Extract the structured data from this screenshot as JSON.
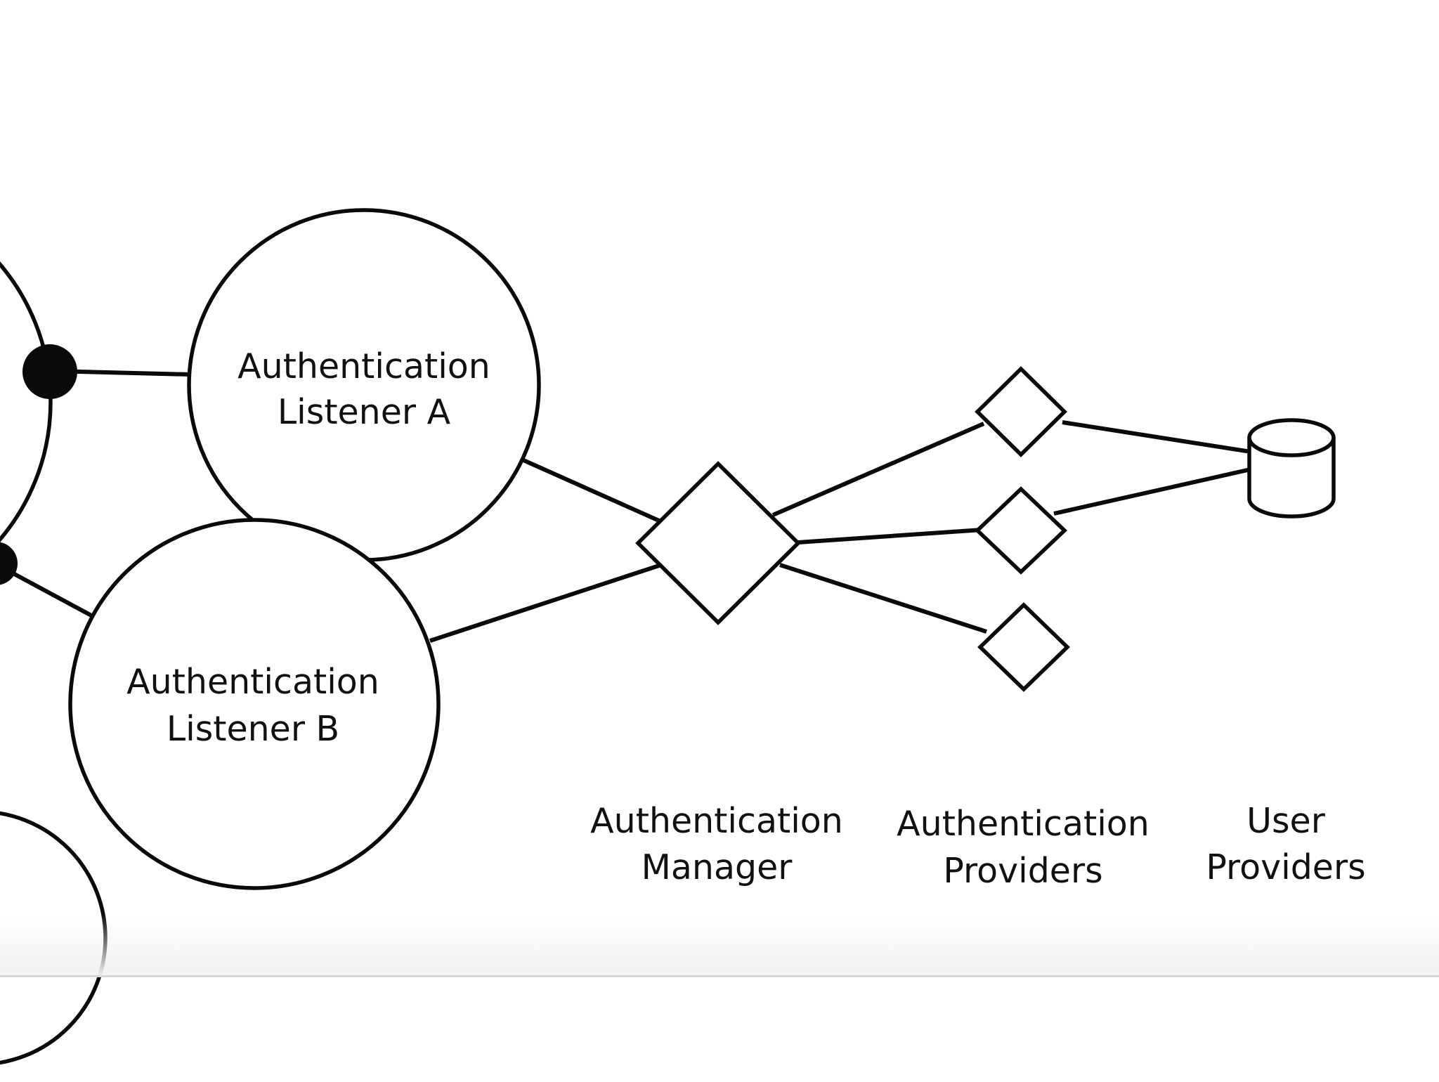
{
  "diagram": {
    "nodes": {
      "listener_a": {
        "line1": "Authentication",
        "line2": "Listener A"
      },
      "listener_b": {
        "line1": "Authentication",
        "line2": "Listener B"
      }
    },
    "column_labels": {
      "manager": {
        "line1": "Authentication",
        "line2": "Manager"
      },
      "providers": {
        "line1": "Authentication",
        "line2": "Providers"
      },
      "user_providers": {
        "line1": "User",
        "line2": "Providers"
      }
    },
    "connections": [
      {
        "from": "firewall",
        "to": "listener_a"
      },
      {
        "from": "firewall",
        "to": "listener_b"
      },
      {
        "from": "listener_a",
        "to": "authentication_manager"
      },
      {
        "from": "listener_b",
        "to": "authentication_manager"
      },
      {
        "from": "authentication_manager",
        "to": "authentication_provider_1"
      },
      {
        "from": "authentication_manager",
        "to": "authentication_provider_2"
      },
      {
        "from": "authentication_manager",
        "to": "authentication_provider_3"
      },
      {
        "from": "authentication_provider_1",
        "to": "user_provider"
      },
      {
        "from": "authentication_provider_2",
        "to": "user_provider"
      }
    ],
    "colors": {
      "stroke": "#0a0a0a",
      "background": "#ffffff"
    }
  }
}
